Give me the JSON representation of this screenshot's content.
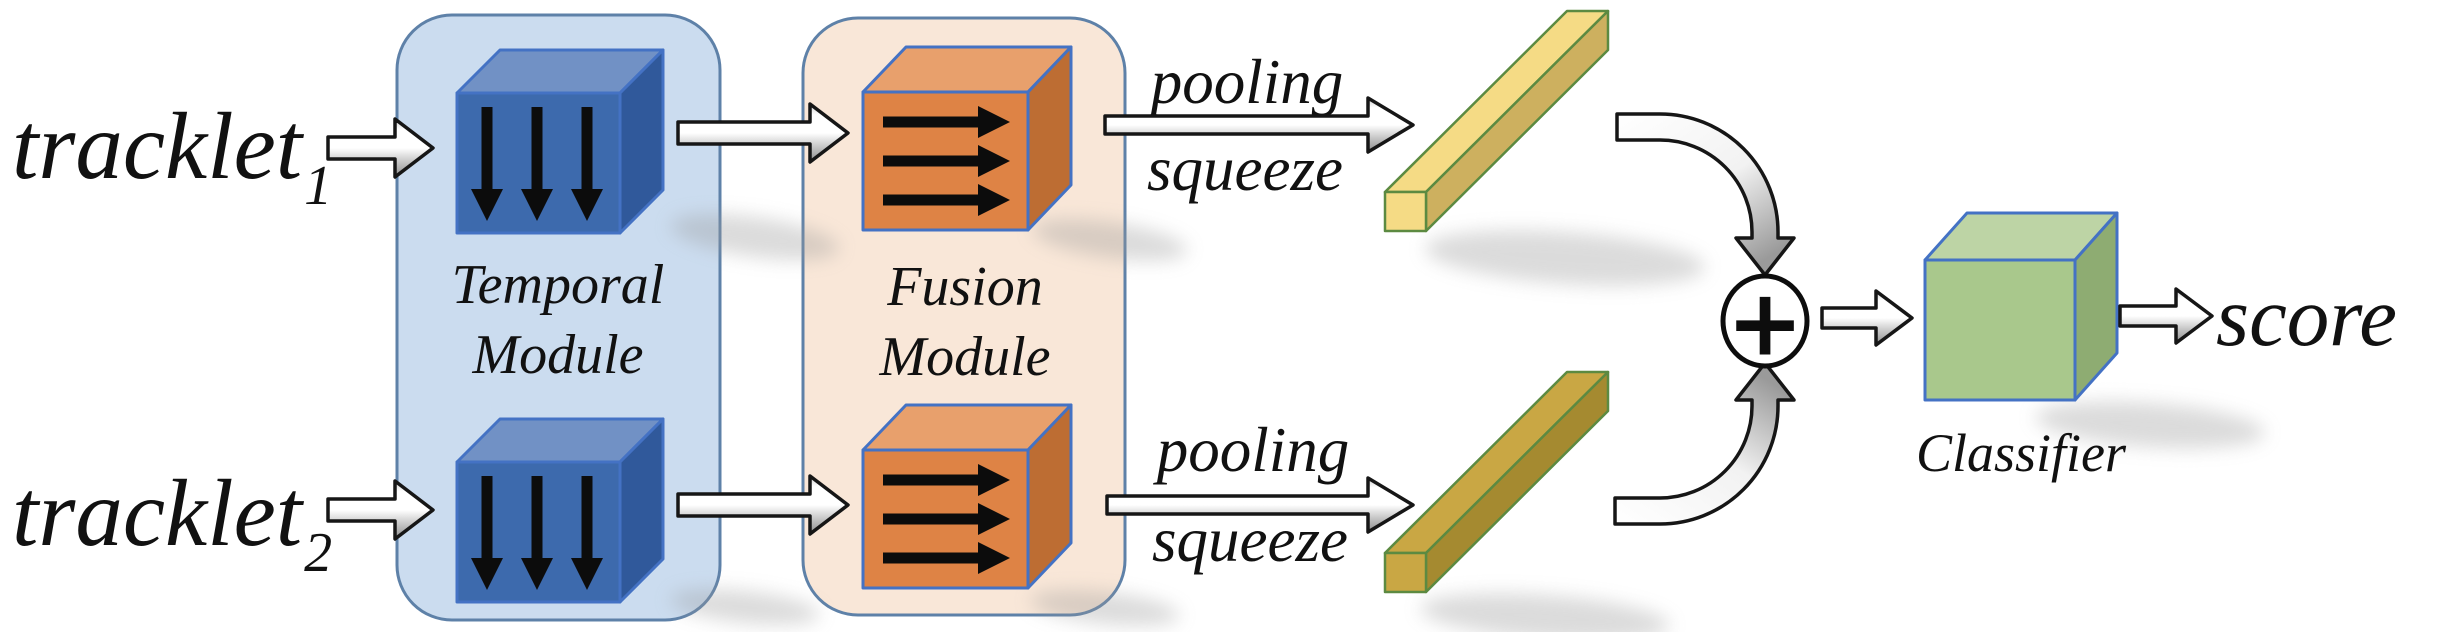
{
  "figure": {
    "inputs": [
      {
        "name": "tracklet",
        "subscript": "1"
      },
      {
        "name": "tracklet",
        "subscript": "2"
      }
    ],
    "temporal_module": {
      "line1": "Temporal",
      "line2": "Module"
    },
    "fusion_module": {
      "line1": "Fusion",
      "line2": "Module"
    },
    "branch1": {
      "pooling": "pooling",
      "squeeze": "squeeze"
    },
    "branch2": {
      "pooling": "pooling",
      "squeeze": "squeeze"
    },
    "combiner_symbol": "+",
    "classifier_label": "Classifier",
    "output_label": "score"
  },
  "colors": {
    "container_blue": "#CBDCEF",
    "container_peach": "#F9E7D8",
    "cube_blue_front": "#3D6AAD",
    "cube_blue_top": "#7191C5",
    "cube_blue_side": "#30599B",
    "cube_orange_front": "#DE8345",
    "cube_orange_top": "#E8A06C",
    "cube_orange_side": "#BD6D33",
    "cube_green_front": "#A9C88C",
    "cube_green_top": "#BDD4A5",
    "cube_green_side": "#8EAC72",
    "bar1_light": "#F5DB85",
    "bar1_dark": "#CDB05F",
    "bar2_light": "#C9A744",
    "bar2_dark": "#A58A30"
  }
}
